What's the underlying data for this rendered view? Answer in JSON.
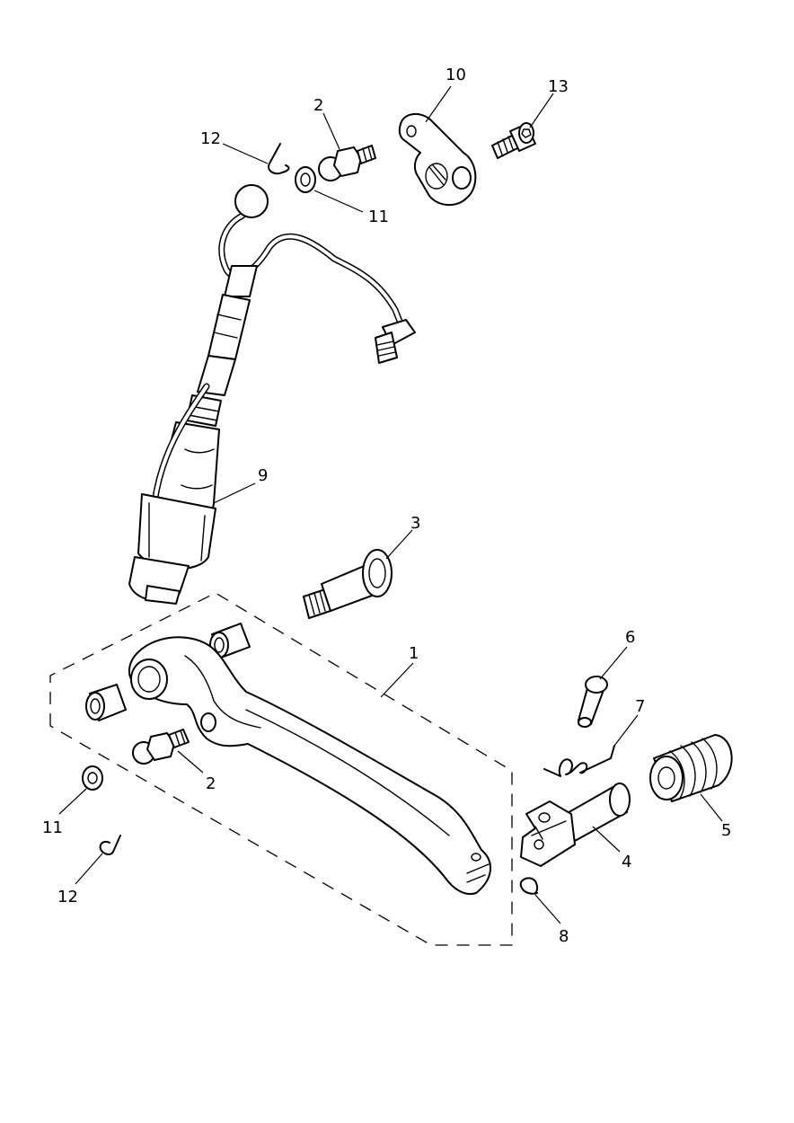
{
  "callouts": {
    "c1": "1",
    "c2a": "2",
    "c2b": "2",
    "c3": "3",
    "c4": "4",
    "c5": "5",
    "c6": "6",
    "c7": "7",
    "c8": "8",
    "c9": "9",
    "c10": "10",
    "c11a": "11",
    "c11b": "11",
    "c12a": "12",
    "c12b": "12",
    "c13": "13"
  },
  "colors": {
    "line": "#000000",
    "background": "#ffffff"
  }
}
